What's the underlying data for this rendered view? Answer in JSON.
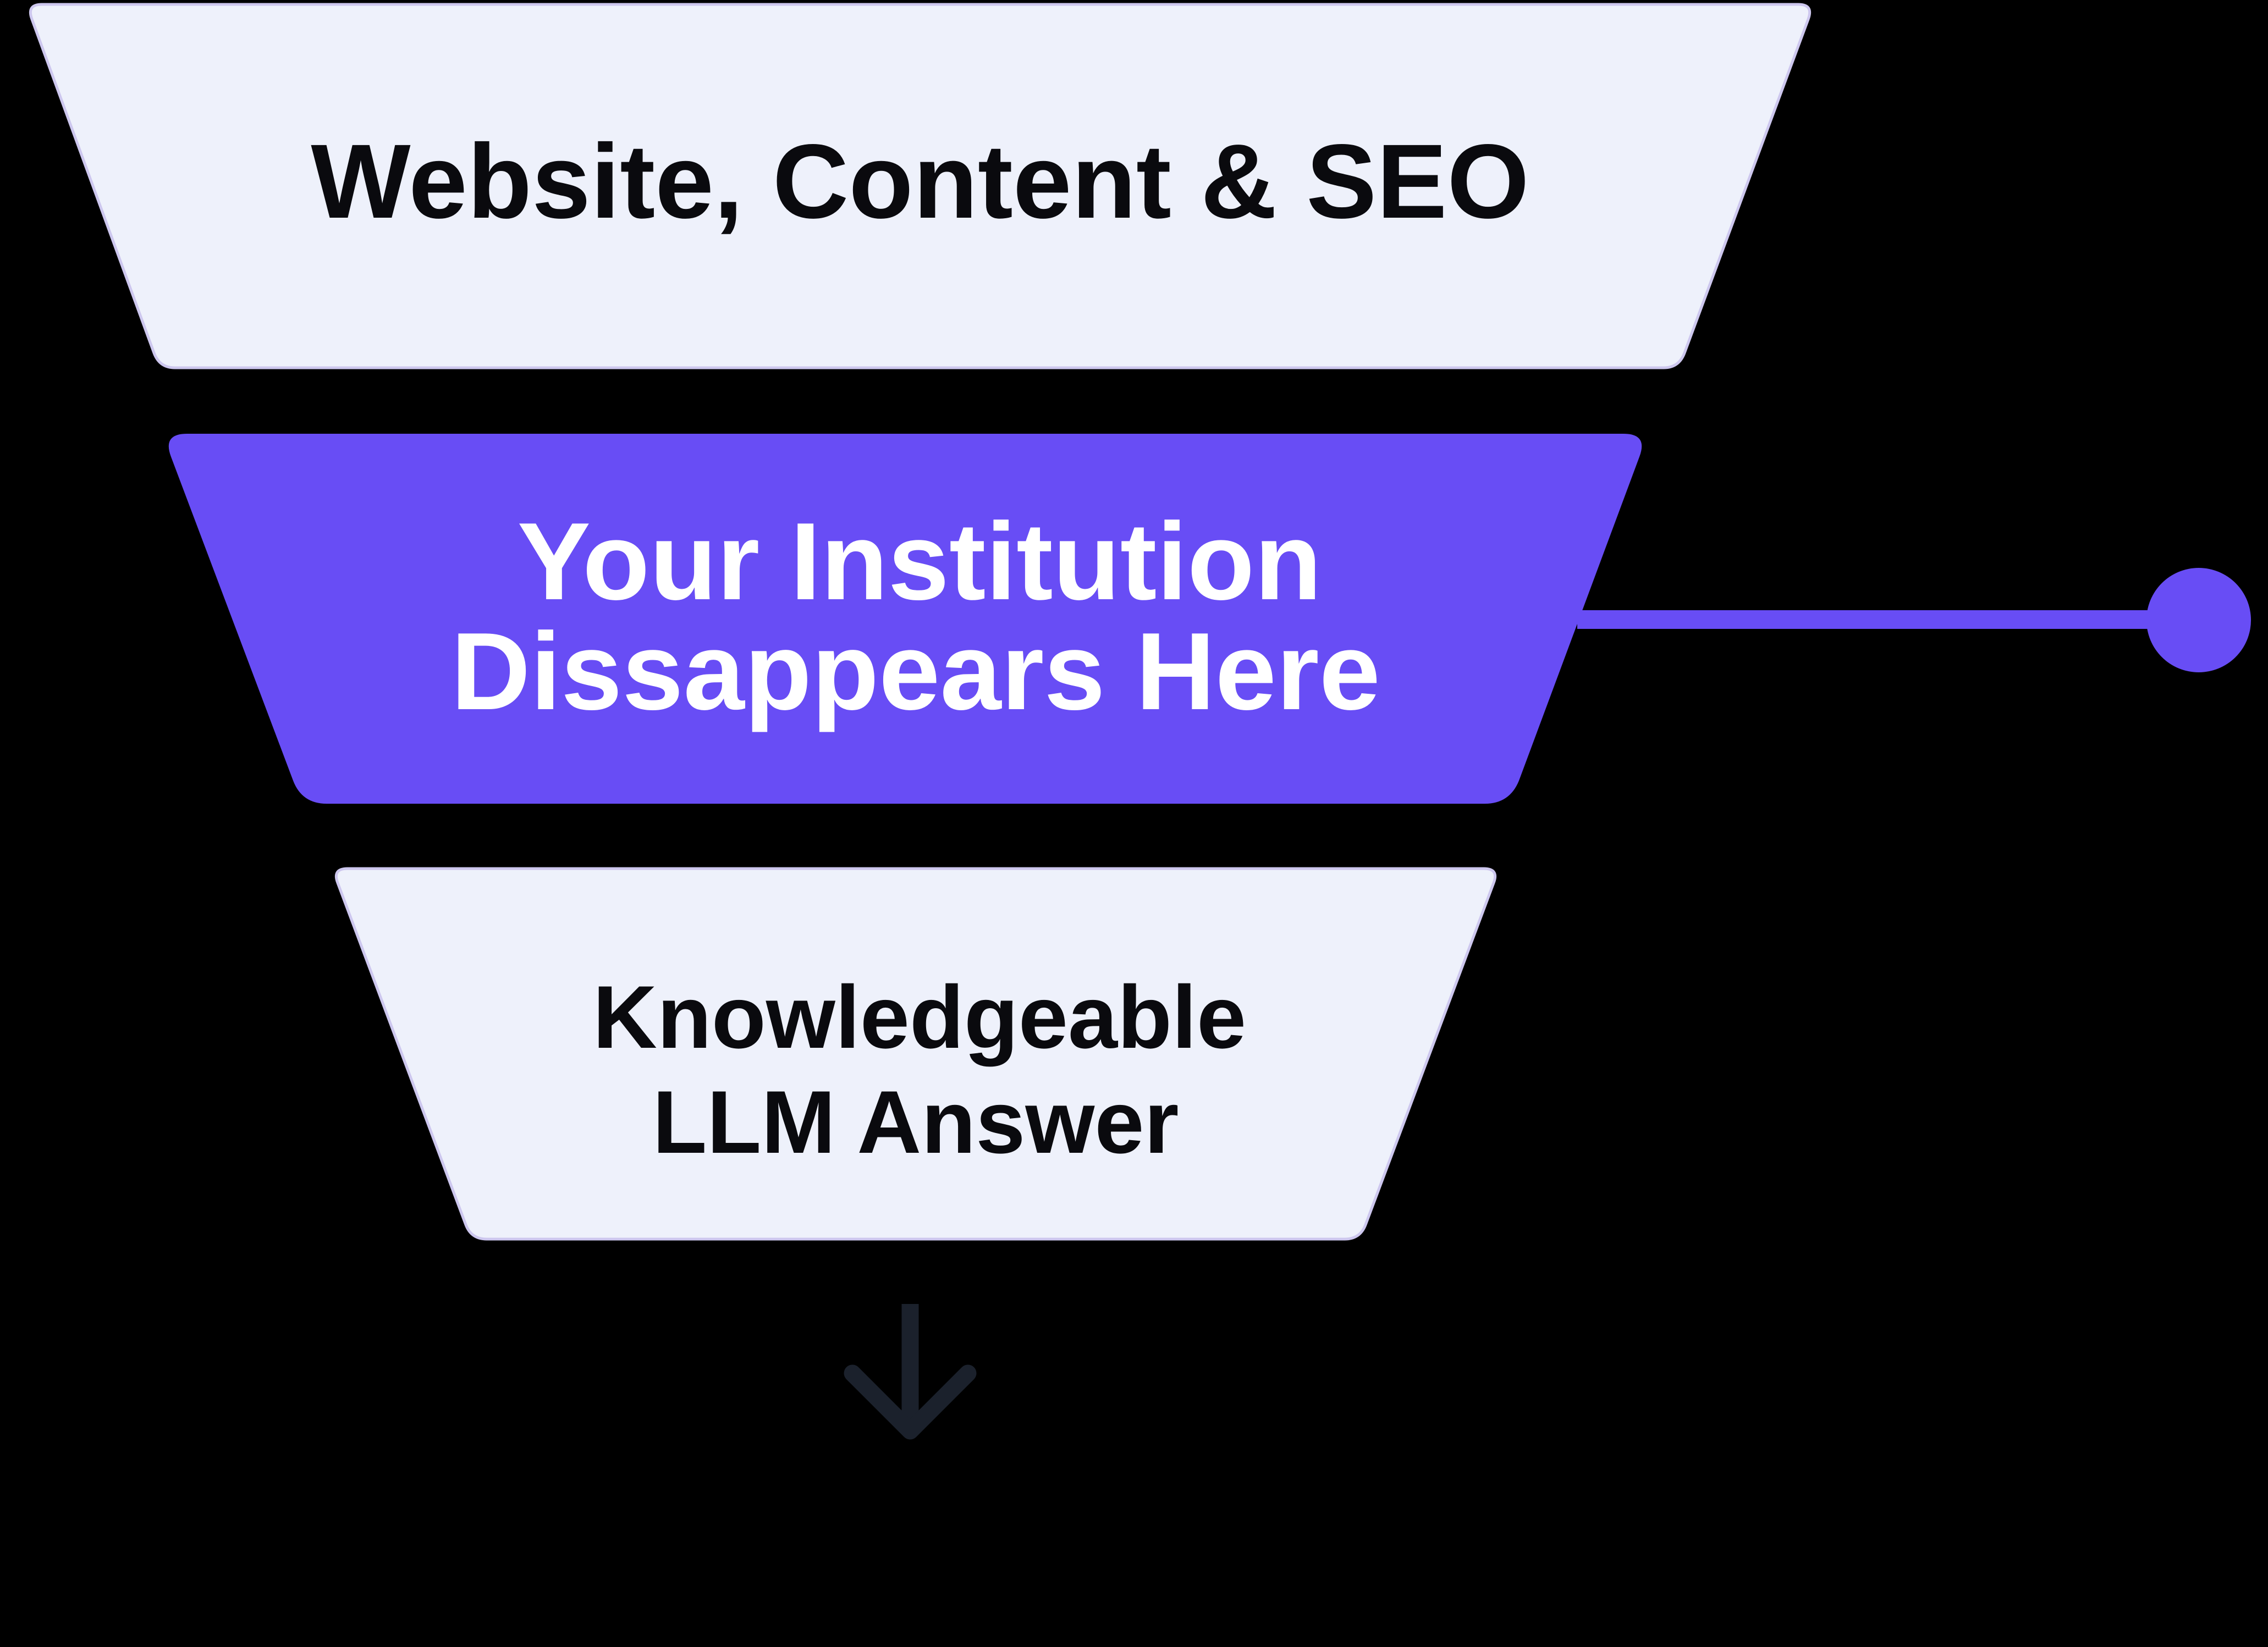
{
  "background_color": "#000000",
  "funnel": {
    "top": {
      "label": "Website, Content & SEO",
      "fill": "#eef1fb",
      "border": "#cdc7ee",
      "text_color": "#0a0a0e"
    },
    "middle": {
      "line1": "Your Institution",
      "line2": "Dissappears Here",
      "fill": "#684df5",
      "text_color": "#ffffff"
    },
    "bottom": {
      "line1": "Knowledgeable",
      "line2": "LLM Answer",
      "fill": "#eef1fb",
      "border": "#cdc7ee",
      "text_color": "#0a0a0e"
    }
  },
  "connector": {
    "color": "#684df5",
    "points_to": "middle-stage"
  },
  "arrow": {
    "name": "down-arrow",
    "color": "#1b212c"
  }
}
